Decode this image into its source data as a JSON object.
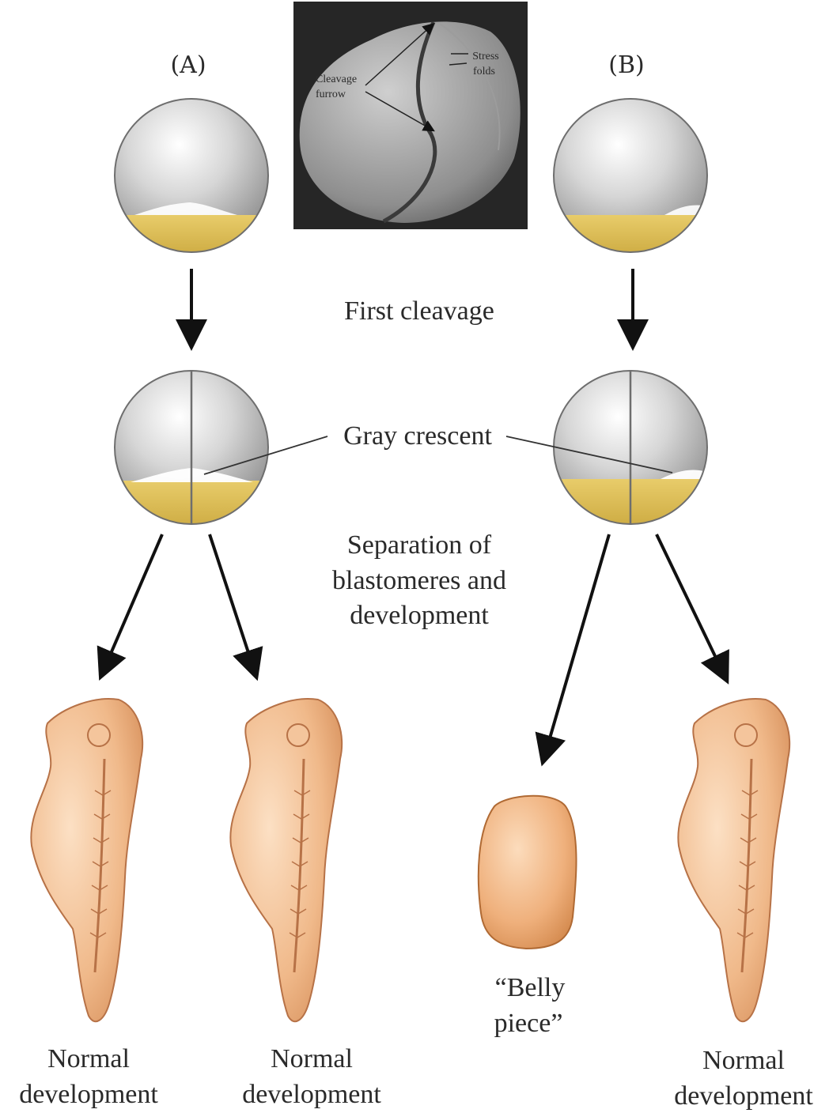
{
  "panels": {
    "a_label": "(A)",
    "b_label": "(B)"
  },
  "micrograph": {
    "cleavage_label_line1": "Cleavage",
    "cleavage_label_line2": "furrow",
    "stress_label_line1": "Stress",
    "stress_label_line2": "folds"
  },
  "stages": {
    "first_cleavage": "First cleavage",
    "gray_crescent": "Gray crescent",
    "separation_line1": "Separation of",
    "separation_line2": "blastomeres and",
    "separation_line3": "development"
  },
  "outcomes": {
    "normal_line1": "Normal",
    "normal_line2": "development",
    "belly_line1": "“Belly",
    "belly_line2": "piece”"
  },
  "colors": {
    "egg_gray": "#b9b9b9",
    "yolk": "#d9b950",
    "embryo": "#efb98c",
    "micrograph_bg": "#262626"
  }
}
